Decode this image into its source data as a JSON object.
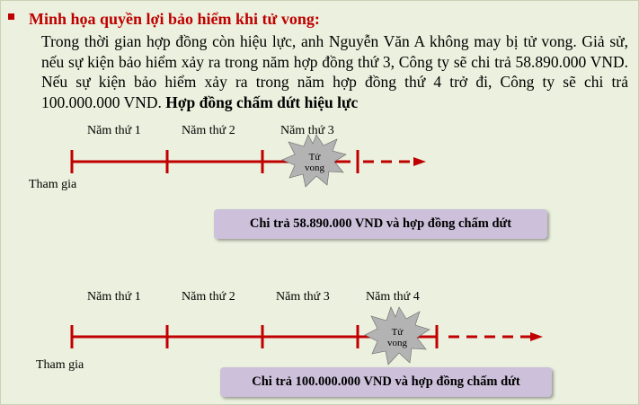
{
  "heading": "Minh họa quyền lợi bảo hiểm khi tử vong:",
  "paragraph": {
    "normal": "Trong thời gian hợp đồng còn hiệu lực, anh Nguyễn Văn A không may bị tử vong. Giả sử, nếu sự kiện bảo hiểm xảy ra trong năm hợp đồng thứ 3, Công ty sẽ chi trả 58.890.000 VND. Nếu sự kiện bảo hiểm xảy ra trong năm hợp đồng thứ 4 trở đi, Công ty sẽ chi trả 100.000.000 VND. ",
    "bold": "Hợp đồng chấm dứt hiệu lực"
  },
  "timeline1": {
    "years": [
      "Năm thứ 1",
      "Năm thứ 2",
      "Năm thứ 3"
    ],
    "start_label": "Tham gia",
    "event_label": "Tử vong",
    "result": "Chi trả 58.890.000 VND và hợp đồng chấm dứt"
  },
  "timeline2": {
    "years": [
      "Năm thứ 1",
      "Năm thứ 2",
      "Năm thứ 3",
      "Năm thứ 4"
    ],
    "start_label": "Tham gia",
    "event_label": "Tử vong",
    "result": "Chi trả 100.000.000 VND và hợp đồng chấm dứt"
  },
  "colors": {
    "background": "#ebf1de",
    "accent": "#c00000",
    "result_box": "#ccc0da",
    "burst": "#b3b3b3"
  }
}
